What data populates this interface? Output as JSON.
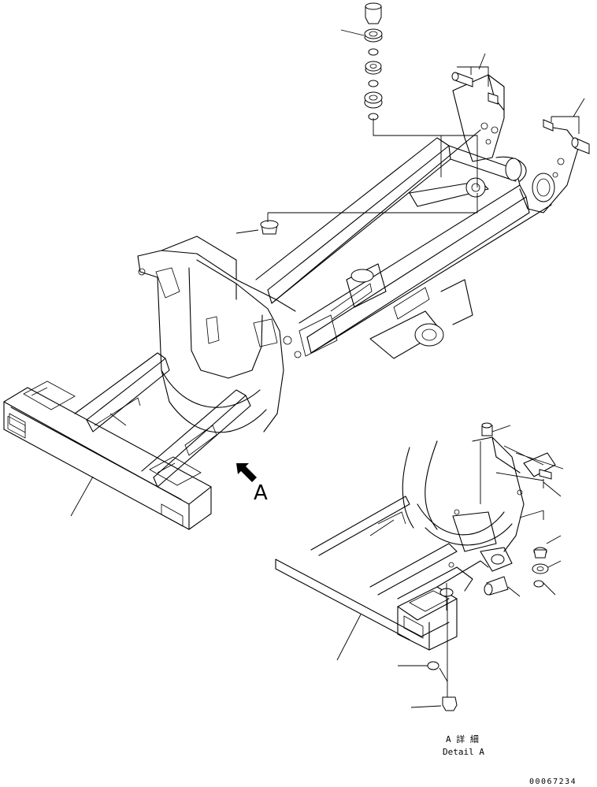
{
  "view_label": "A",
  "detail_title_jp": "A 詳 細",
  "detail_title_en": "Detail A",
  "drawing_code": "00067234"
}
